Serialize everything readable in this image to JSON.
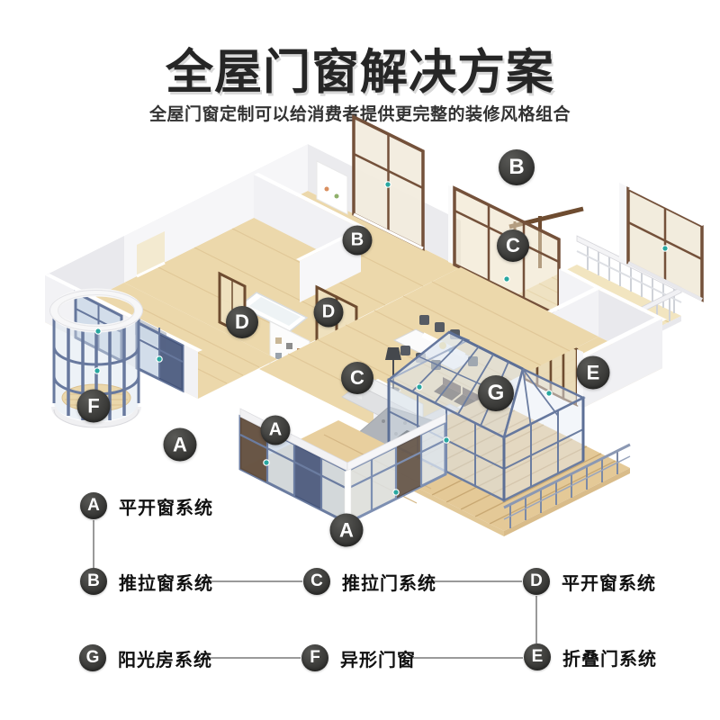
{
  "header": {
    "title": "全屋门窗解决方案",
    "subtitle": "全屋门窗定制可以给消费者提供更完整的装修风格组合"
  },
  "plan": {
    "description": "3D isometric whole-house floor plan with labeled window and door systems",
    "badges": [
      {
        "letter": "B"
      },
      {
        "letter": "B"
      },
      {
        "letter": "C"
      },
      {
        "letter": "D"
      },
      {
        "letter": "D"
      },
      {
        "letter": "C"
      },
      {
        "letter": "E"
      },
      {
        "letter": "G"
      },
      {
        "letter": "F"
      },
      {
        "letter": "A"
      },
      {
        "letter": "A"
      },
      {
        "letter": "A"
      }
    ]
  },
  "legend": {
    "items": [
      {
        "letter": "A",
        "label": "平开窗系统"
      },
      {
        "letter": "B",
        "label": "推拉窗系统"
      },
      {
        "letter": "C",
        "label": "推拉门系统"
      },
      {
        "letter": "D",
        "label": "平开窗系统"
      },
      {
        "letter": "G",
        "label": "阳光房系统"
      },
      {
        "letter": "F",
        "label": "异形门窗"
      },
      {
        "letter": "E",
        "label": "折叠门系统"
      }
    ]
  },
  "colors": {
    "badge_dark": "#3b3b39",
    "wood_floor": "#ecd8ab",
    "deck_wood": "#e4c997",
    "frame_slate": "#66779c",
    "frame_brown": "#74513a",
    "wall_white": "#f6f6f8",
    "teal_dot": "#28a7a0",
    "connector_gray": "#9a9a9a"
  }
}
